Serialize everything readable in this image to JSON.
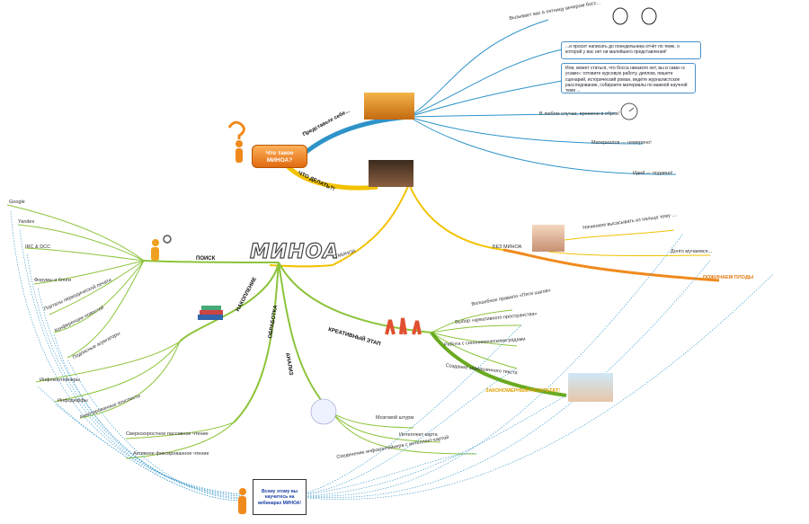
{
  "center_title": "МИНОА",
  "start_node": "Что такое МИНОА?",
  "branch_imagine": "Представьте себе...",
  "branch_what_to_do": "ЧТО ДЕЛАТЬ?!",
  "branch_with": "С МИНОА",
  "branch_without": "БЕЗ МИНОА",
  "imagine_items": [
    "Вызывает вас в пятницу вечером босс...",
    "...и просит написать до понедельника отчёт по теме, о которой у вас нет ни малейшего представления!",
    "Или, может статься, что босса никакого нет, вы и сами «с усами»: готовите курсовую работу, диплом, пишете сценарий, исторический роман, ведёте журналистское расследование, собираете материалы по важной научной теме ...",
    "В любом случае, времени в обрез!",
    "Материалов — немерено!",
    "Идей — подавно!"
  ],
  "without_items": [
    "Начинаем высасывать из пальца тему ....",
    "Долго мучаемся...",
    "ПОЖИНАЕМ ПЛОДЫ"
  ],
  "search_label": "ПОИСК",
  "search_items": [
    "Google",
    "Yandex",
    "IRC & DCC",
    "Форумы и блоги",
    "Порталы периодической печати",
    "Конференции новостей",
    "Подписные агрегаторы",
    "Инфоконтейнеры",
    "Инфодиффы",
    "Аннотированные конспекты"
  ],
  "accumulation_label": "НАКОПЛЕНИЕ",
  "processing_label": "ОБРАБОТКА",
  "processing_items": [
    "Сверхскоростное пассивное чтение",
    "Активное фиксированное чтение"
  ],
  "analysis_label": "АНАЛИЗ",
  "analysis_items": [
    "Мозговой штурм",
    "Интеллект-карта",
    "Соединение инфоконтейнера с интеллект-картой"
  ],
  "creative_label": "КРЕАТИВНЫЙ ЭТАП",
  "creative_items": [
    "Волшебное правило «Пяти шагов»",
    "Выбор «креативного пространства»",
    "Работа с синонимическими рядами",
    "Создание завершенного текста"
  ],
  "final_result": "ЗАКОНОМЕРНЫЙ РЕЗУЛЬТАТ!",
  "note_text": "Всему этому вы научитесь на вебинарах МИНОА!",
  "colors": {
    "blue": "#2e93c9",
    "yellow": "#f2c200",
    "green": "#8cc43a",
    "orange": "#f08a1c"
  },
  "icons": [
    "question-figure-icon",
    "search-figure-icon",
    "presenter-figure-icon"
  ]
}
